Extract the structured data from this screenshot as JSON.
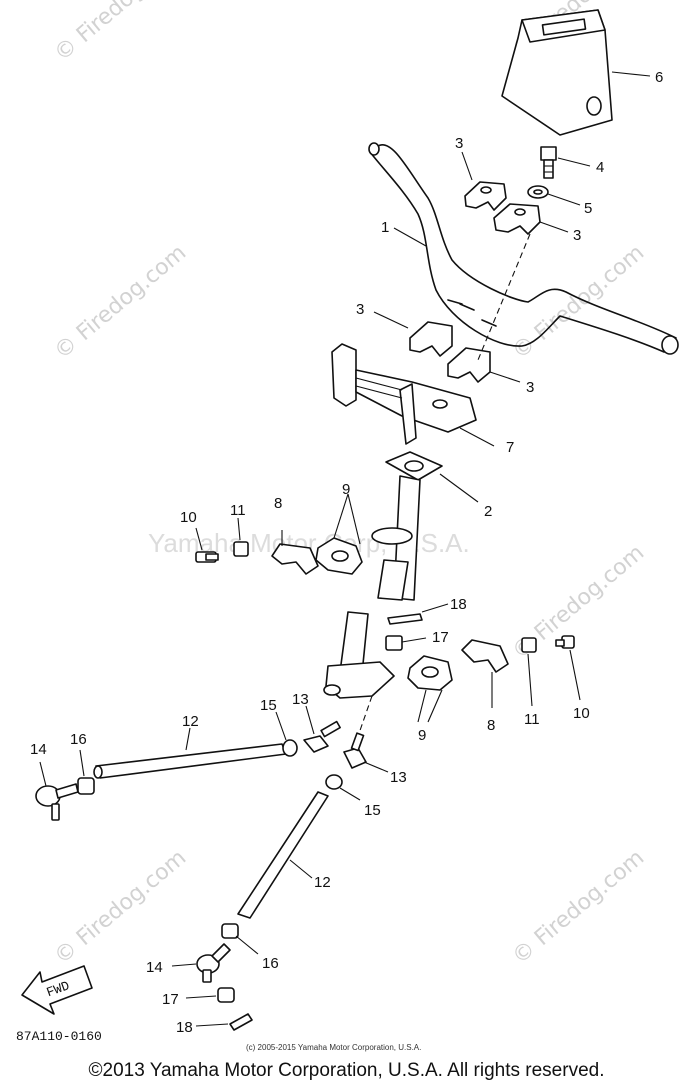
{
  "diagram_code": "87A110-0160",
  "fwd_label": "FWD",
  "watermark_center": "Yamaha Motor Corp, U.S.A.",
  "watermark_site": "© Firedog.com",
  "small_copyright": "(c) 2005-2015 Yamaha Motor Corporation, U.S.A.",
  "footer_copyright": "©2013 Yamaha Motor Corporation, U.S.A. All rights reserved.",
  "callouts": {
    "c1": "1",
    "c2": "2",
    "c3a": "3",
    "c3b": "3",
    "c3c": "3",
    "c3d": "3",
    "c4": "4",
    "c5": "5",
    "c6": "6",
    "c7": "7",
    "c8a": "8",
    "c8b": "8",
    "c9a": "9",
    "c9b": "9",
    "c10a": "10",
    "c10b": "10",
    "c11a": "11",
    "c11b": "11",
    "c12a": "12",
    "c12b": "12",
    "c13a": "13",
    "c13b": "13",
    "c14a": "14",
    "c14b": "14",
    "c15a": "15",
    "c15b": "15",
    "c16a": "16",
    "c16b": "16",
    "c17a": "17",
    "c17b": "17",
    "c18a": "18",
    "c18b": "18"
  }
}
